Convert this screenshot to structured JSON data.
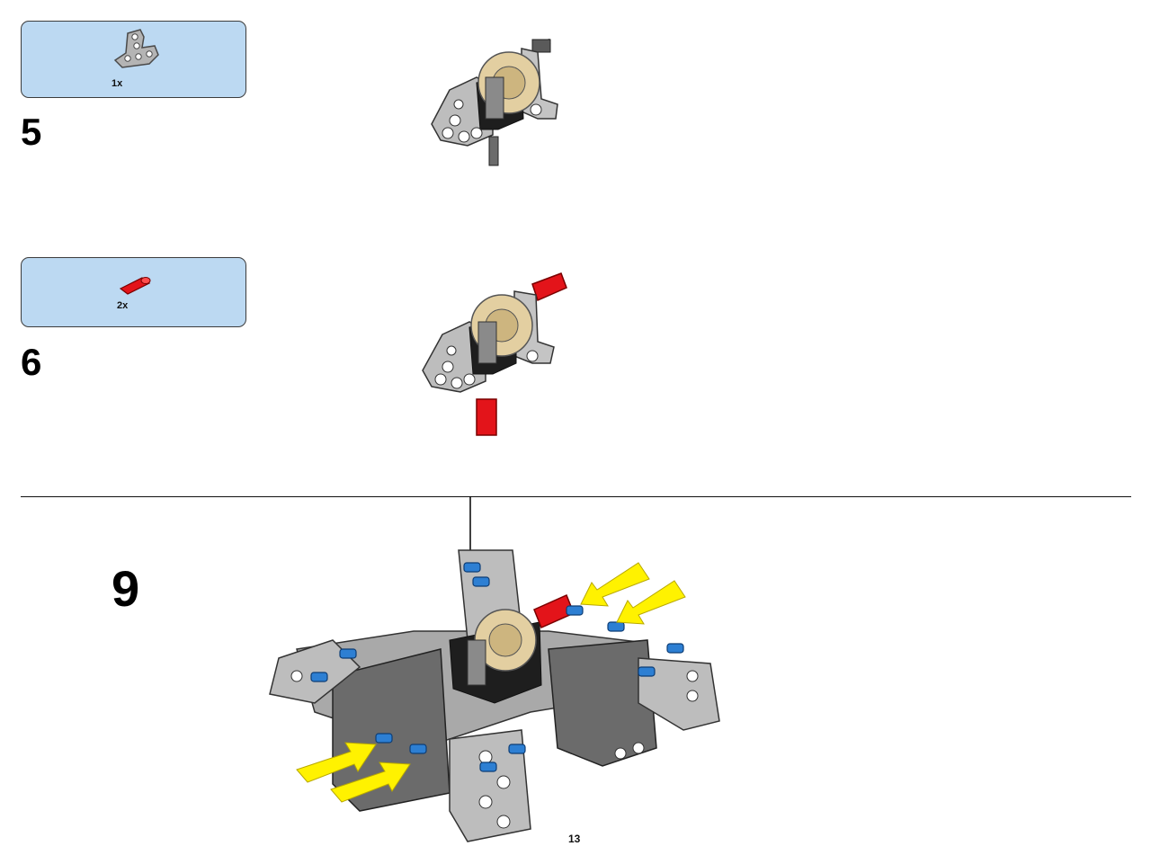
{
  "steps": [
    {
      "number": "5",
      "parts": [
        {
          "name": "t-beam-icon",
          "qty": "1x"
        }
      ]
    },
    {
      "number": "6",
      "parts": [
        {
          "name": "axle-red-icon",
          "qty": "2x"
        }
      ]
    },
    {
      "number": "9"
    }
  ],
  "page_number": "13",
  "colors": {
    "parts_box_bg": "#bcd9f2",
    "part_gray": "#a9a9a9",
    "part_dark_gray": "#6b6b6b",
    "axle_red": "#e3141a",
    "pin_blue": "#2d7fd3",
    "gear_tan": "#e3cfa1",
    "arrow_yellow": "#fff200"
  }
}
